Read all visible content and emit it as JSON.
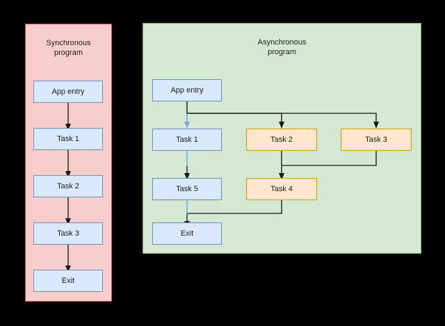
{
  "diagram": {
    "type": "flowchart",
    "title_sync": "Synchronous\nprogram",
    "title_async": "Asynchronous\nprogram",
    "colors": {
      "sync_container_fill": "#f8cecc",
      "sync_container_border": "#b85450",
      "async_container_fill": "#d5e8d4",
      "async_container_border": "#82b366",
      "blue_node_fill": "#dae8fc",
      "blue_node_border": "#6c8ebf",
      "orange_node_fill": "#ffe6cc",
      "orange_node_border": "#d79b00",
      "arrow_dark": "#2f3b34",
      "arrow_light_blue": "#7ea6d8",
      "background": "#000000"
    }
  },
  "sync": {
    "title": "Synchronous\nprogram",
    "nodes": [
      {
        "id": "sync-app-entry",
        "label": "App entry",
        "style": "blue"
      },
      {
        "id": "sync-task-1",
        "label": "Task 1",
        "style": "blue"
      },
      {
        "id": "sync-task-2",
        "label": "Task 2",
        "style": "blue"
      },
      {
        "id": "sync-task-3",
        "label": "Task 3",
        "style": "blue"
      },
      {
        "id": "sync-exit",
        "label": "Exit",
        "style": "blue"
      }
    ],
    "edges": [
      {
        "from": "App entry",
        "to": "Task 1"
      },
      {
        "from": "Task 1",
        "to": "Task 2"
      },
      {
        "from": "Task 2",
        "to": "Task 3"
      },
      {
        "from": "Task 3",
        "to": "Exit"
      }
    ]
  },
  "async": {
    "title": "Asynchronous\nprogram",
    "nodes": [
      {
        "id": "async-app-entry",
        "label": "App entry",
        "style": "blue"
      },
      {
        "id": "async-task-1",
        "label": "Task 1",
        "style": "blue"
      },
      {
        "id": "async-task-2",
        "label": "Task 2",
        "style": "orange"
      },
      {
        "id": "async-task-3",
        "label": "Task 3",
        "style": "orange"
      },
      {
        "id": "async-task-5",
        "label": "Task 5",
        "style": "blue"
      },
      {
        "id": "async-task-4",
        "label": "Task 4",
        "style": "orange"
      },
      {
        "id": "async-exit",
        "label": "Exit",
        "style": "blue"
      }
    ],
    "edges": [
      {
        "from": "App entry",
        "to": "Task 1",
        "color": "light-blue"
      },
      {
        "from": "App entry",
        "to": "Task 2",
        "color": "dark"
      },
      {
        "from": "App entry",
        "to": "Task 3",
        "color": "dark"
      },
      {
        "from": "Task 1",
        "to": "Task 5",
        "color": "dark"
      },
      {
        "from": "Task 2",
        "to": "Task 4",
        "color": "dark"
      },
      {
        "from": "Task 3",
        "to": "Task 4",
        "color": "dark"
      },
      {
        "from": "Task 5",
        "to": "Exit",
        "color": "dark"
      },
      {
        "from": "Task 4",
        "to": "Exit",
        "color": "dark"
      }
    ]
  }
}
